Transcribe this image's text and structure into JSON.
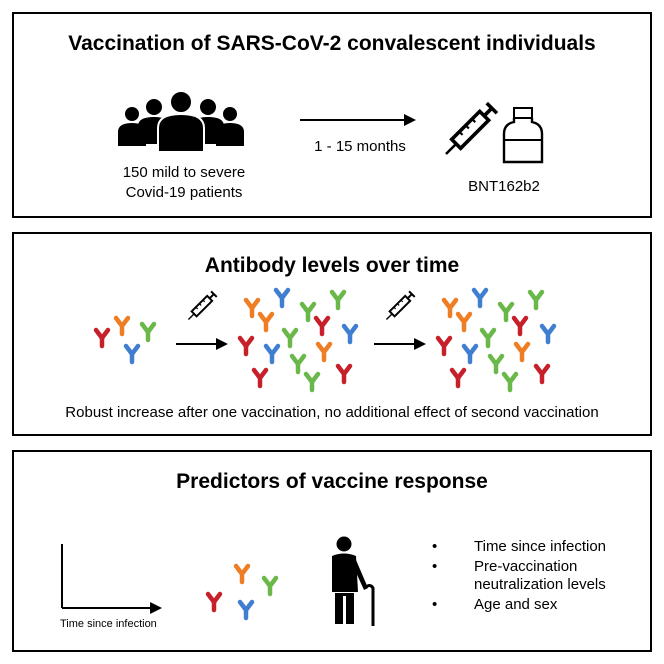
{
  "panel1": {
    "title": "Vaccination of SARS-CoV-2 convalescent individuals",
    "patients_line1": "150 mild to severe",
    "patients_line2": "Covid-19 patients",
    "interval": "1 - 15 months",
    "vaccine": "BNT162b2",
    "icons": [
      "people-group-icon",
      "syringe-icon",
      "vial-icon",
      "arrow-right-icon"
    ]
  },
  "panel2": {
    "title": "Antibody levels over time",
    "caption": "Robust increase after one vaccination, no additional effect of second vaccination",
    "icons": [
      "antibody-icon",
      "syringe-icon",
      "arrow-right-icon"
    ]
  },
  "panel3": {
    "title": "Predictors of vaccine response",
    "axis_label": "Time since infection",
    "bullet": "•",
    "predictors": [
      {
        "line1": "Time since infection",
        "line2": ""
      },
      {
        "line1": "Pre-vaccination",
        "line2": "neutralization levels"
      },
      {
        "line1": "Age and sex",
        "line2": ""
      }
    ],
    "icons": [
      "axes-icon",
      "antibody-icon",
      "elderly-person-icon"
    ]
  },
  "colors": {
    "red": "#c8202a",
    "orange": "#ee7d24",
    "green": "#6ab84a",
    "blue": "#3f7ed0",
    "black": "#000000"
  }
}
